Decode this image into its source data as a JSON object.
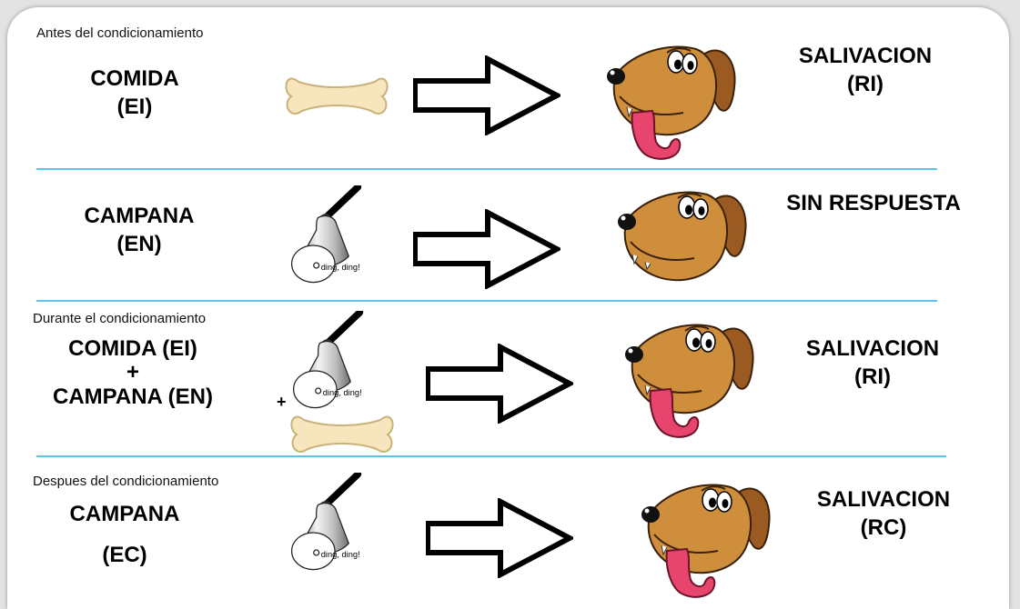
{
  "rows": [
    {
      "caption": "Antes del condicionamiento",
      "stimulus": [
        "COMIDA",
        "(EI)"
      ],
      "response": [
        "SALIVACION",
        "(RI)"
      ]
    },
    {
      "caption": "",
      "stimulus": [
        "CAMPANA",
        "(EN)"
      ],
      "response": [
        "SIN RESPUESTA"
      ]
    },
    {
      "caption": "Durante el condicionamiento",
      "stimulus": [
        "COMIDA (EI)",
        "+",
        "CAMPANA (EN)"
      ],
      "plus": "+",
      "response": [
        "SALIVACION",
        "(RI)"
      ]
    },
    {
      "caption": "Despues del condicionamiento",
      "stimulus": [
        "CAMPANA",
        "(EC)"
      ],
      "response": [
        "SALIVACION",
        "(RC)"
      ]
    }
  ],
  "bell_text": "ding, ding!",
  "colors": {
    "separator": "#5ec3e8",
    "bone": "#f7e6bd",
    "dog_fur": "#cf8e3c",
    "dog_ear": "#9a5a22",
    "tongue": "#e8456e"
  },
  "icons": [
    "bone-icon",
    "bell-icon",
    "arrow-icon",
    "dog-head-icon"
  ]
}
